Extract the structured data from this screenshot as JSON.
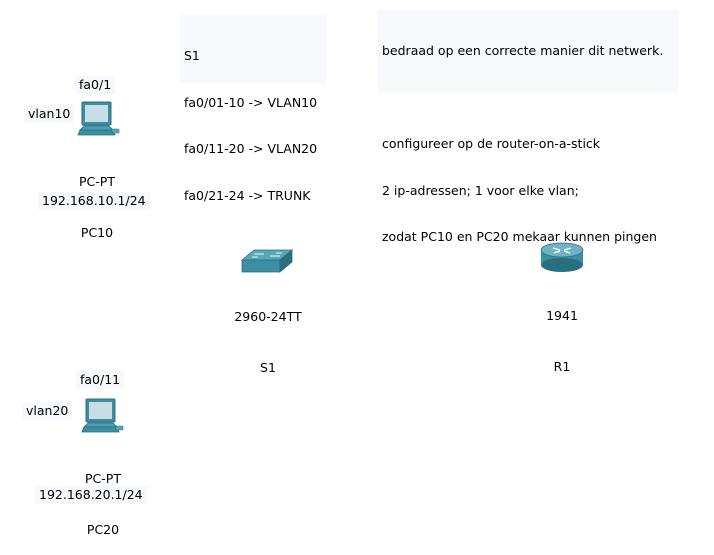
{
  "notes": {
    "switch_config": [
      "S1",
      "fa0/01-10 -> VLAN10",
      "fa0/11-20 -> VLAN20",
      "fa0/21-24 -> TRUNK"
    ],
    "assignment": [
      "bedraad op een correcte manier dit netwerk.",
      "",
      "configureer op de router-on-a-stick",
      "2 ip-adressen; 1 voor elke vlan;",
      "zodat PC10 en PC20 mekaar kunnen pingen"
    ]
  },
  "devices": {
    "pc10": {
      "model": "PC-PT",
      "name": "PC10",
      "port": "fa0/1",
      "vlan": "vlan10",
      "ip": "192.168.10.1/24",
      "icon": "pc-icon"
    },
    "pc20": {
      "model": "PC-PT",
      "name": "PC20",
      "port": "fa0/11",
      "vlan": "vlan20",
      "ip": "192.168.20.1/24",
      "icon": "pc-icon"
    },
    "switch": {
      "model": "2960-24TT",
      "name": "S1",
      "icon": "switch-icon"
    },
    "router": {
      "model": "1941",
      "name": "R1",
      "icon": "router-icon"
    }
  },
  "colors": {
    "note_background": "#f7f8fc",
    "device_teal": "#3c8fa0",
    "device_dark": "#2a6f80",
    "screen": "#c9dde6"
  }
}
